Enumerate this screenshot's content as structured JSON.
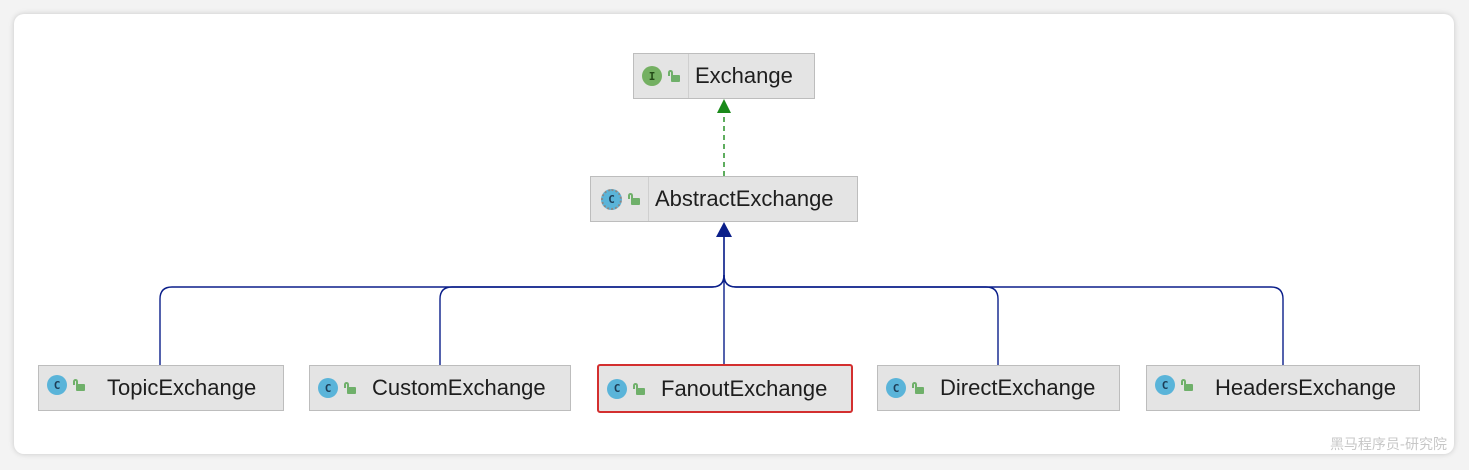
{
  "nodes": {
    "exchange": {
      "label": "Exchange",
      "kind": "interface",
      "badge": "I"
    },
    "abstract_exchange": {
      "label": "AbstractExchange",
      "kind": "abstract-class",
      "badge": "C"
    },
    "topic_exchange": {
      "label": "TopicExchange",
      "kind": "class",
      "badge": "C"
    },
    "custom_exchange": {
      "label": "CustomExchange",
      "kind": "class",
      "badge": "C"
    },
    "fanout_exchange": {
      "label": "FanoutExchange",
      "kind": "class",
      "badge": "C",
      "selected": true
    },
    "direct_exchange": {
      "label": "DirectExchange",
      "kind": "class",
      "badge": "C"
    },
    "headers_exchange": {
      "label": "HeadersExchange",
      "kind": "class",
      "badge": "C"
    }
  },
  "edges": [
    {
      "from": "abstract_exchange",
      "to": "exchange",
      "type": "implements",
      "color": "#1a8a1a"
    },
    {
      "from": "topic_exchange",
      "to": "abstract_exchange",
      "type": "extends",
      "color": "#0b1f8a"
    },
    {
      "from": "custom_exchange",
      "to": "abstract_exchange",
      "type": "extends",
      "color": "#0b1f8a"
    },
    {
      "from": "fanout_exchange",
      "to": "abstract_exchange",
      "type": "extends",
      "color": "#0b1f8a"
    },
    {
      "from": "direct_exchange",
      "to": "abstract_exchange",
      "type": "extends",
      "color": "#0b1f8a"
    },
    {
      "from": "headers_exchange",
      "to": "abstract_exchange",
      "type": "extends",
      "color": "#0b1f8a"
    }
  ],
  "colors": {
    "selection_border": "#d32f2f",
    "class_badge": "#5ab4d9",
    "interface_badge": "#74b062",
    "lock_icon": "#6fb06a"
  },
  "watermark": "黑马程序员-研究院"
}
